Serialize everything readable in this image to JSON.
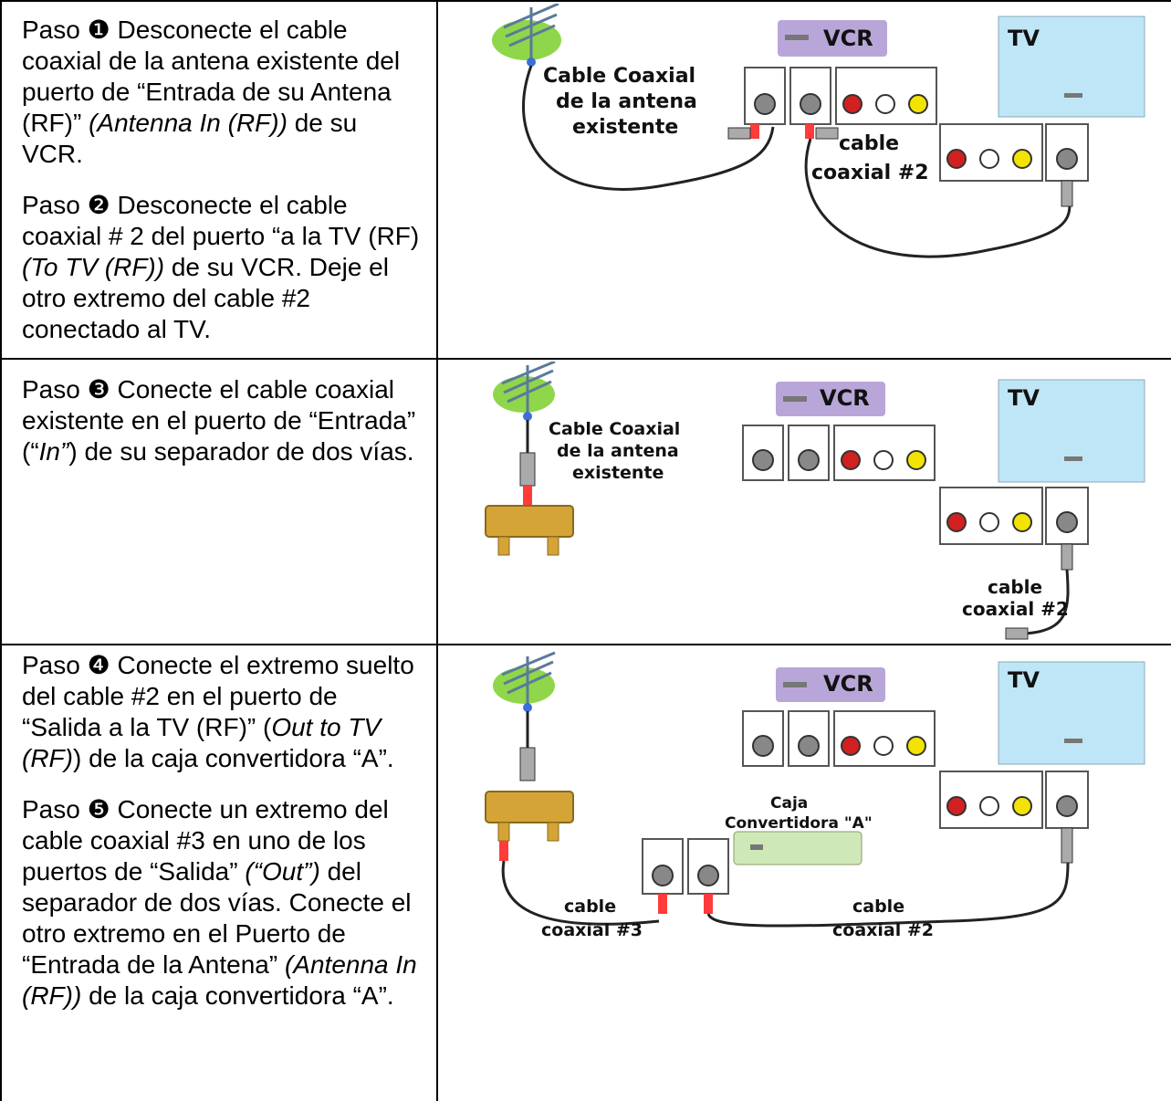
{
  "rows": [
    {
      "paragraphs": [
        [
          {
            "t": "Paso ❶  Desconecte el cable coaxial de la antena existente del puerto de  “Entrada de su Antena (RF)” "
          },
          {
            "t": "(Antenna In (RF))",
            "i": true
          },
          {
            "t": " de su VCR."
          }
        ],
        [
          {
            "t": "Paso ❷  Desconecte el cable coaxial # 2 del puerto “a la TV (RF) "
          },
          {
            "t": "(To TV (RF))",
            "i": true
          },
          {
            "t": " de su VCR. Deje el otro extremo del cable #2 conectado al TV."
          }
        ]
      ]
    },
    {
      "paragraphs": [
        [
          {
            "t": "Paso ❸ Conecte el cable coaxial existente en el puerto de “Entrada” (“"
          },
          {
            "t": "In”",
            "i": true
          },
          {
            "t": ") de su separador de dos vías."
          }
        ]
      ]
    },
    {
      "paragraphs": [
        [
          {
            "t": "Paso ❹ Conecte el extremo suelto del cable #2 en el puerto de “Salida a la TV (RF)” ("
          },
          {
            "t": "Out to TV (RF)",
            "i": true
          },
          {
            "t": ") de la caja convertidora “A”."
          }
        ],
        [
          {
            "t": "Paso ❺ Conecte un extremo del cable coaxial #3 en uno de los puertos de “Salida” "
          },
          {
            "t": "(“Out”)",
            "i": true
          },
          {
            "t": " del separador de dos vías.  Conecte el otro extremo en el Puerto de “Entrada de la Antena” "
          },
          {
            "t": "(Antenna In (RF))",
            "i": true
          },
          {
            "t": " de la caja convertidora “A”."
          }
        ]
      ]
    }
  ],
  "diagrams": {
    "d1": {
      "vcr": "VCR",
      "tv": "TV",
      "antenna_cable": [
        "Cable Coaxial",
        "de la antena",
        "existente"
      ],
      "cable2": [
        "cable",
        "coaxial #2"
      ]
    },
    "d2": {
      "vcr": "VCR",
      "tv": "TV",
      "antenna_cable": [
        "Cable Coaxial",
        "de la antena",
        "existente"
      ],
      "cable2": [
        "cable",
        "coaxial #2"
      ]
    },
    "d3": {
      "vcr": "VCR",
      "tv": "TV",
      "box": [
        "Caja",
        "Convertidora \"A\""
      ],
      "cable3": [
        "cable",
        "coaxial #3"
      ],
      "cable2": [
        "cable",
        "coaxial #2"
      ]
    }
  },
  "colors": {
    "vcr": "#b9a6d8",
    "tv": "#bfe6f6",
    "converter": "#cfe8b8",
    "splitter": "#d4a437",
    "antenna_grass": "#8fd64a",
    "arrow": "#ff3b3b"
  }
}
